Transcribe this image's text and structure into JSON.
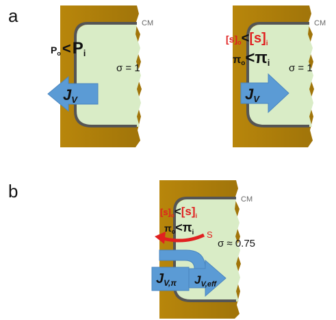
{
  "panel_labels": {
    "a": "a",
    "b": "b"
  },
  "membrane_label": "CM",
  "panel_a_left": {
    "p_o": "P",
    "p_o_sub": "o",
    "lt": "<",
    "p_i": "P",
    "p_i_sub": "i",
    "sigma": "σ = 1",
    "flux": "J",
    "flux_sub": "V"
  },
  "panel_a_right": {
    "s_o": "[s]",
    "s_o_sub": "o",
    "lt": "<",
    "s_i": "[s]",
    "s_i_sub": "i",
    "pi_o": "π",
    "pi_o_sub": "o",
    "lt2": "<",
    "pi_i": "π",
    "pi_i_sub": "i",
    "sigma": "σ = 1",
    "flux": "J",
    "flux_sub": "V"
  },
  "panel_b": {
    "s_o": "[s]",
    "s_o_sub": "o",
    "lt": "<",
    "s_i": "[s]",
    "s_i_sub": "i",
    "pi_o": "π",
    "pi_o_sub": "o",
    "lt2": "<",
    "pi_i": "π",
    "pi_i_sub": "i",
    "solute": "S",
    "sigma": "σ ≈ 0.75",
    "flux_pi": "J",
    "flux_pi_sub": "V,π",
    "flux_eff": "J",
    "flux_eff_sub": "V,eff"
  },
  "colors": {
    "wall": "#b8860b",
    "cell": "#d9ecc6",
    "membrane": "#555555",
    "arrow": "#5b9bd5",
    "red": "#e02020"
  }
}
